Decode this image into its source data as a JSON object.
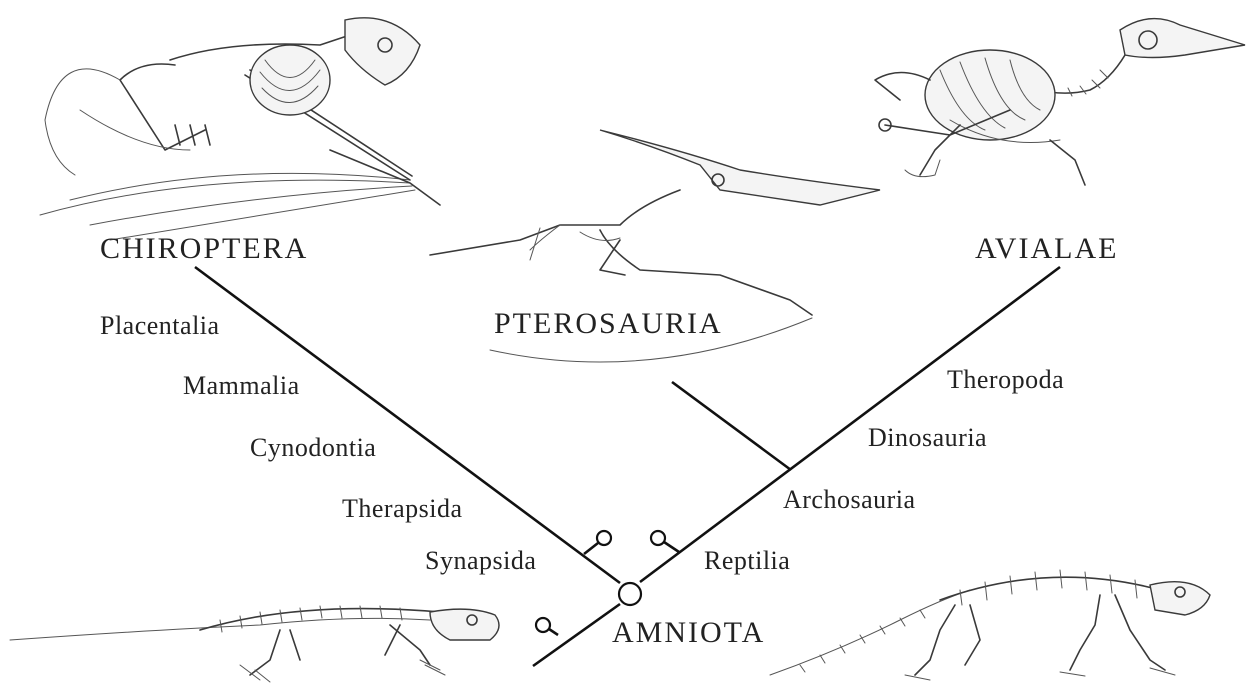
{
  "terminal_taxa": {
    "chiroptera": "CHIROPTERA",
    "pterosauria": "PTEROSAURIA",
    "avialae": "AVIALAE",
    "amniota": "AMNIOTA"
  },
  "synapsid_clades": [
    "Placentalia",
    "Mammalia",
    "Cynodontia",
    "Therapsida",
    "Synapsida"
  ],
  "reptile_clades": [
    "Theropoda",
    "Dinosauria",
    "Archosauria",
    "Reptilia"
  ],
  "illustrations": {
    "bat": "bat-skeleton",
    "pterosaur": "pterosaur-skeleton",
    "bird": "bird-skeleton",
    "synapsid": "early-synapsid-skeleton",
    "reptile": "early-reptile-skeleton"
  }
}
